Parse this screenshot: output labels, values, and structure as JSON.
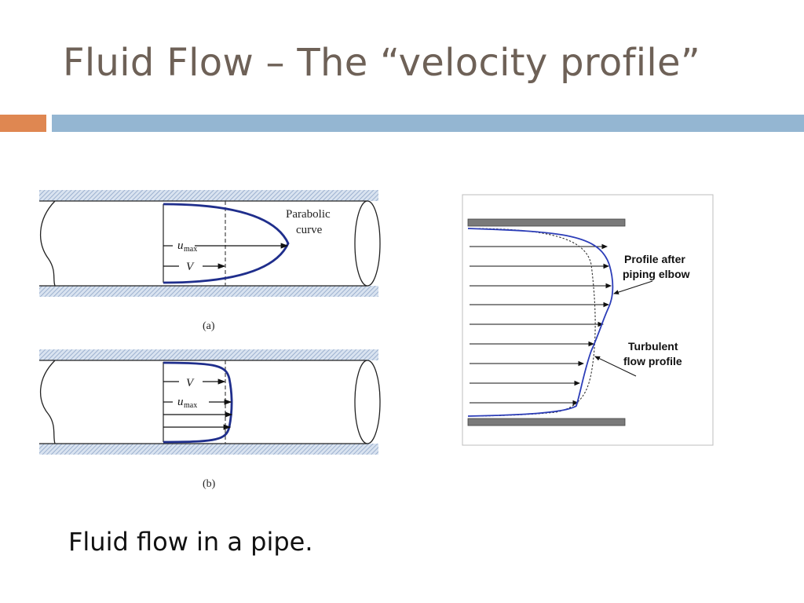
{
  "slide": {
    "title": "Fluid Flow – The “velocity profile”",
    "caption": "Fluid flow in a pipe."
  },
  "figure_left": {
    "panel_a": {
      "label_parabolic_line1": "Parabolic",
      "label_parabolic_line2": "curve",
      "label_u": "u",
      "label_max": "max",
      "label_v": "V",
      "caption": "(a)"
    },
    "panel_b": {
      "label_v": "V",
      "label_u": "u",
      "label_max": "max",
      "caption": "(b)"
    }
  },
  "figure_right": {
    "label_profile_line1": "Profile after",
    "label_profile_line2": "piping elbow",
    "label_turbulent_line1": "Turbulent",
    "label_turbulent_line2": "flow profile"
  },
  "colors": {
    "title": "#6e6157",
    "accent_orange": "#df8751",
    "accent_blue": "#94b6d2",
    "profile_blue": "#1f2e8c",
    "pipe_hatch": "#a9bcd8"
  }
}
